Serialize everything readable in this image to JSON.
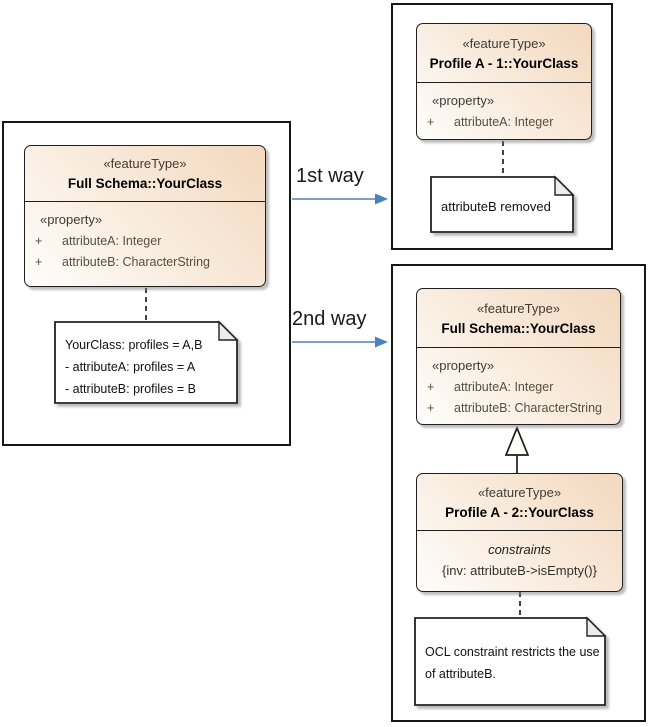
{
  "colors": {
    "class_fill_light": "#fefdfb",
    "class_fill_dark": "#f3d8bd",
    "class_border": "#1f1f1f",
    "boundary_border": "#161616",
    "note_fold": "#ececec",
    "arrow_blue": "#4e81bb",
    "text_dark": "#111111"
  },
  "arrows": {
    "first": {
      "label": "1st way"
    },
    "second": {
      "label": "2nd way"
    }
  },
  "left_group": {
    "class_full_schema": {
      "stereotype": "«featureType»",
      "name": "Full Schema::YourClass",
      "section_label": "«property»",
      "attributes": [
        {
          "visibility": "+",
          "text": "attributeA: Integer"
        },
        {
          "visibility": "+",
          "text": "attributeB: CharacterString"
        }
      ]
    },
    "note": {
      "lines": [
        "YourClass: profiles = A,B",
        "- attributeA: profiles = A",
        "- attributeB: profiles = B"
      ]
    }
  },
  "top_right_group": {
    "class_profile_a1": {
      "stereotype": "«featureType»",
      "name": "Profile A - 1::YourClass",
      "section_label": "«property»",
      "attributes": [
        {
          "visibility": "+",
          "text": "attributeA: Integer"
        }
      ]
    },
    "note": {
      "lines": [
        "attributeB removed"
      ]
    }
  },
  "bottom_right_group": {
    "class_full_schema": {
      "stereotype": "«featureType»",
      "name": "Full Schema::YourClass",
      "section_label": "«property»",
      "attributes": [
        {
          "visibility": "+",
          "text": "attributeA: Integer"
        },
        {
          "visibility": "+",
          "text": "attributeB: CharacterString"
        }
      ]
    },
    "class_profile_a2": {
      "stereotype": "«featureType»",
      "name": "Profile A - 2::YourClass",
      "section_label": "constraints",
      "constraint": "{inv: attributeB->isEmpty()}"
    },
    "note": {
      "lines": [
        "OCL constraint restricts the use",
        "of attributeB."
      ]
    }
  }
}
